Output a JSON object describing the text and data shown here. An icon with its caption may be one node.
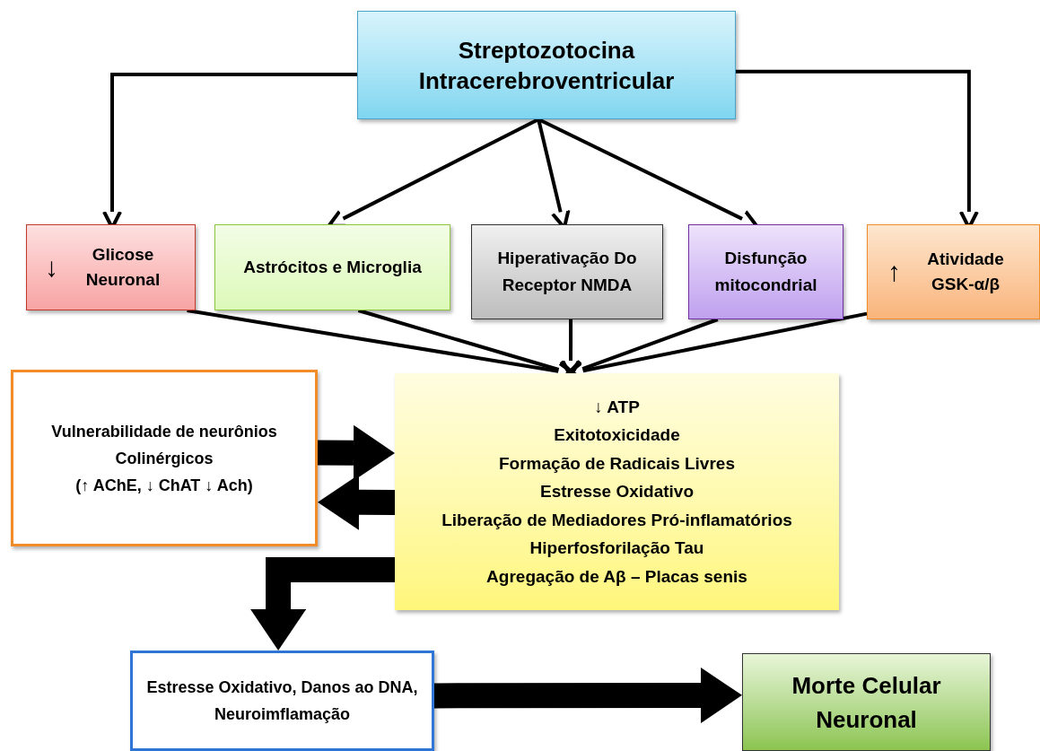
{
  "diagram": {
    "nodes": [
      {
        "text": [
          "Streptozotocina Intracerebroventricular"
        ]
      },
      {
        "text": [
          "↓",
          "Glicose Neuronal"
        ]
      },
      {
        "text": [
          "Astrócitos e Microglia"
        ]
      },
      {
        "text": [
          "Hiperativação Do Receptor NMDA"
        ]
      },
      {
        "text": [
          "Disfunção mitocondrial"
        ]
      },
      {
        "text": [
          "↑",
          "Atividade GSK-α/β"
        ]
      },
      {
        "text": [
          "Vulnerabilidade de neurônios Colinérgicos",
          "(↑ AChE, ↓ ChAT ↓ Ach)"
        ]
      },
      {
        "text": [
          "↓ ATP",
          "Exitotoxicidade",
          "Formação de Radicais Livres",
          "Estresse Oxidativo",
          "Liberação de Mediadores Pró-inflamatórios",
          "Hiperfosforilação Tau",
          "Agregação de Aβ – Placas senis"
        ]
      },
      {
        "text": [
          "Estresse Oxidativo, Danos ao DNA, Neuroimflamação"
        ]
      },
      {
        "text": [
          "Morte Celular Neuronal"
        ]
      }
    ],
    "edges": [
      {
        "from": 0,
        "to": 1,
        "arrow": "to"
      },
      {
        "from": 0,
        "to": 2,
        "arrow": "to"
      },
      {
        "from": 0,
        "to": 3,
        "arrow": "to"
      },
      {
        "from": 0,
        "to": 4,
        "arrow": "to"
      },
      {
        "from": 0,
        "to": 5,
        "arrow": "to"
      },
      {
        "from": 1,
        "to": 7,
        "arrow": "to"
      },
      {
        "from": 2,
        "to": 7,
        "arrow": "to"
      },
      {
        "from": 3,
        "to": 7,
        "arrow": "to"
      },
      {
        "from": 4,
        "to": 7,
        "arrow": "to"
      },
      {
        "from": 5,
        "to": 7,
        "arrow": "to"
      },
      {
        "from": 6,
        "to": 7,
        "arrow": "to",
        "style": "thick"
      },
      {
        "from": 7,
        "to": 6,
        "arrow": "to",
        "style": "thick"
      },
      {
        "from": 7,
        "to": 8,
        "arrow": "to",
        "style": "thick"
      },
      {
        "from": 8,
        "to": 9,
        "arrow": "to",
        "style": "thick"
      }
    ]
  }
}
